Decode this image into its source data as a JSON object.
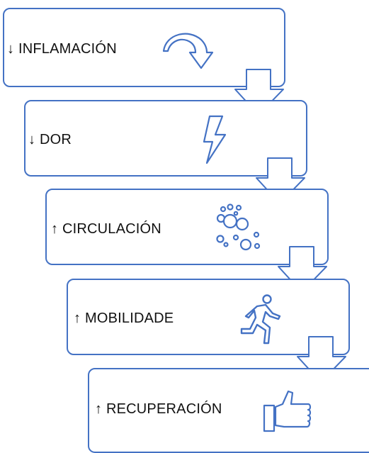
{
  "steps": [
    {
      "label": "↓ INFLAMACIÓN",
      "icon": "circular-arrow-icon"
    },
    {
      "label": "↓ DOR",
      "icon": "lightning-bolt-icon"
    },
    {
      "label": "↑ CIRCULACIÓN",
      "icon": "bubbles-icon"
    },
    {
      "label": "↑ MOBILIDADE",
      "icon": "running-person-icon"
    },
    {
      "label": "↑ RECUPERACIÓN",
      "icon": "thumbs-up-icon"
    }
  ],
  "colors": {
    "accent": "#4472c4",
    "text": "#111111",
    "background": "#ffffff"
  }
}
